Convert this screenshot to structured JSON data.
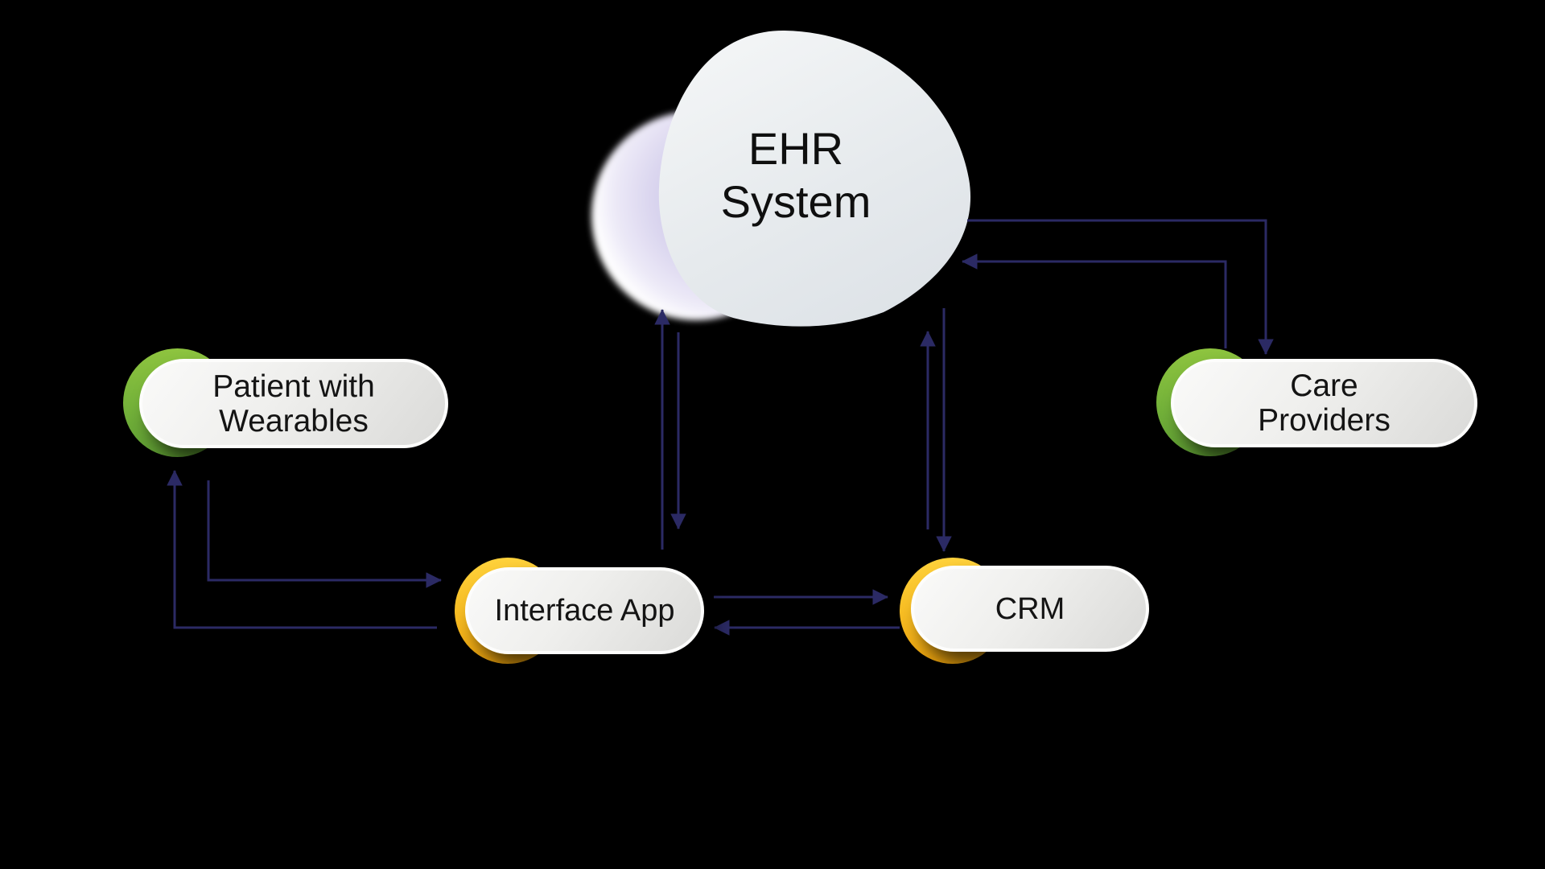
{
  "canvas": {
    "background": "#000000",
    "arrow_color": "#2b2a64"
  },
  "colors": {
    "green_accent_top": "#8ec43f",
    "green_accent_bottom": "#5f9e33",
    "gold_accent_top": "#ffd23c",
    "gold_accent_bottom": "#f0a50d",
    "pill_fill_light": "#fafaf9",
    "pill_fill_dark": "#dadad8",
    "pill_border": "#fdfdfc",
    "cloud_main_light": "#f3f5f6",
    "cloud_main_dark": "#dde2e7",
    "cloud_back_lavender": "#d6d0ec",
    "text": "#141414"
  },
  "nodes": {
    "ehr": {
      "type": "cloud",
      "label_line1": "EHR",
      "label_line2": "System"
    },
    "patient": {
      "type": "pill",
      "accent": "green",
      "label_line1": "Patient with",
      "label_line2": "Wearables"
    },
    "care": {
      "type": "pill",
      "accent": "green",
      "label_line1": "Care",
      "label_line2": "Providers"
    },
    "interface": {
      "type": "pill",
      "accent": "gold",
      "label": "Interface App"
    },
    "crm": {
      "type": "pill",
      "accent": "gold",
      "label": "CRM"
    }
  },
  "edges": [
    {
      "from": "patient",
      "to": "interface"
    },
    {
      "from": "interface",
      "to": "patient"
    },
    {
      "from": "interface",
      "to": "ehr"
    },
    {
      "from": "ehr",
      "to": "interface"
    },
    {
      "from": "crm",
      "to": "ehr"
    },
    {
      "from": "ehr",
      "to": "crm"
    },
    {
      "from": "ehr",
      "to": "care"
    },
    {
      "from": "care",
      "to": "ehr"
    },
    {
      "from": "interface",
      "to": "crm"
    },
    {
      "from": "crm",
      "to": "interface"
    }
  ]
}
